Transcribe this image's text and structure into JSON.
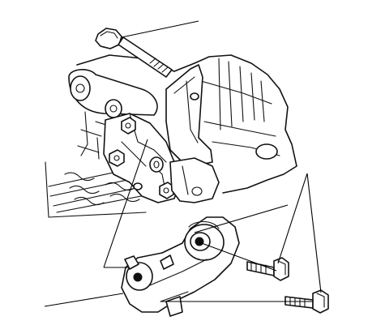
{
  "figure": {
    "parts": [
      {
        "id": "upper-mount-bolt",
        "icon": "flange-bolt-icon"
      },
      {
        "id": "transmission-housing",
        "icon": "housing-icon"
      },
      {
        "id": "mount-bracket",
        "icon": "bracket-icon"
      },
      {
        "id": "bracket-nut",
        "icon": "nut-icon"
      },
      {
        "id": "rear-mount",
        "icon": "rubber-mount-icon"
      },
      {
        "id": "mount-bolt-upper-right",
        "icon": "flange-bolt-icon"
      },
      {
        "id": "mount-bolt-lower-right",
        "icon": "flange-bolt-icon"
      }
    ],
    "callouts": [
      {
        "id": "callout-upper-bolt",
        "target": "upper-mount-bolt"
      },
      {
        "id": "callout-bracket-pair",
        "target": "mount-bracket"
      },
      {
        "id": "callout-rear-mount",
        "target": "rear-mount"
      },
      {
        "id": "callout-right-bolts",
        "target": "mount-bolts"
      }
    ],
    "colors": {
      "ink": "#111111",
      "paper": "#ffffff"
    }
  }
}
